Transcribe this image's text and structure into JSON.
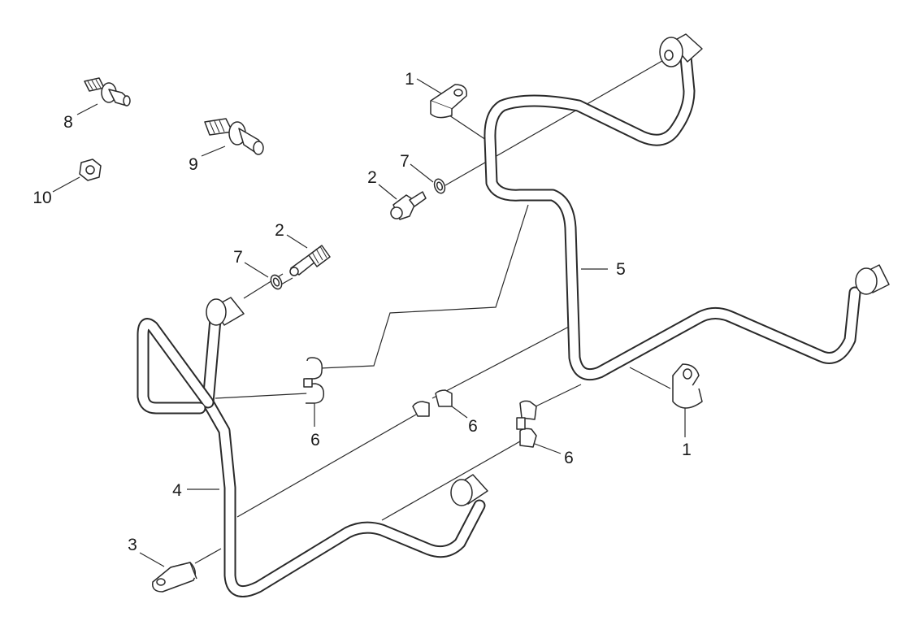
{
  "diagram": {
    "callouts": {
      "c1a": "1",
      "c1b": "1",
      "c2a": "2",
      "c2b": "2",
      "c3": "3",
      "c4": "4",
      "c5": "5",
      "c6a": "6",
      "c6b": "6",
      "c6c": "6",
      "c7a": "7",
      "c7b": "7",
      "c8": "8",
      "c9": "9",
      "c10": "10"
    },
    "colors": {
      "line": "#2a2a2a",
      "background": "#ffffff"
    }
  }
}
